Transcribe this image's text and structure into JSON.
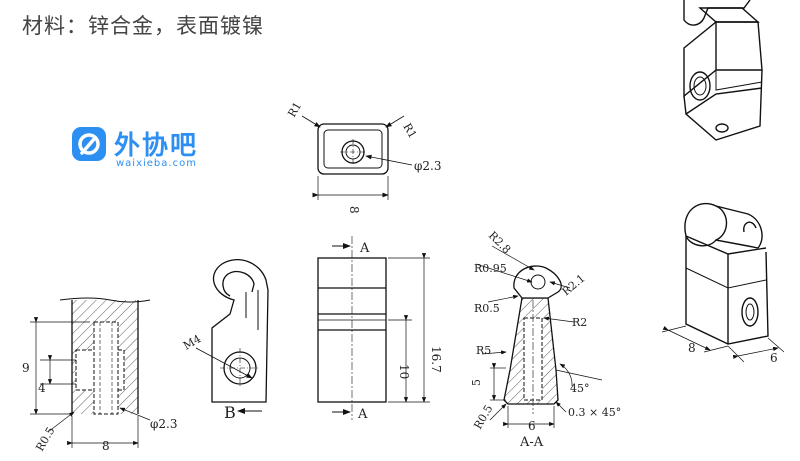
{
  "header": {
    "material_note": "材料：锌合金，表面镀镍"
  },
  "watermark": {
    "brand": "外协吧",
    "url": "waixieba.com",
    "accent": "#2e8ff2"
  },
  "top_view": {
    "r_left": "R1",
    "r_right": "R1",
    "hole_dia": "φ2.3",
    "width": "8"
  },
  "left_section": {
    "h_total": "9",
    "h_inner": "4",
    "hole_dia": "φ2.3",
    "r_corner": "R0.5",
    "width": "8"
  },
  "side_view": {
    "thread": "M4",
    "view_label": "B"
  },
  "front_view": {
    "section_top": "A",
    "section_bottom": "A",
    "h_total": "16.7",
    "h_lower": "10"
  },
  "section_aa": {
    "r_top": "R2.8",
    "r_095": "R0.95",
    "r_21": "R2.1",
    "r_05_upper": "R0.5",
    "r_2": "R2",
    "r_5": "R5",
    "dim_5": "5",
    "angle": "45°",
    "r_05_lower": "R0.5",
    "width": "6",
    "chamfer": "0.3 × 45°",
    "label": "A-A"
  },
  "iso_view": {
    "dim_8": "8",
    "dim_6": "6"
  }
}
